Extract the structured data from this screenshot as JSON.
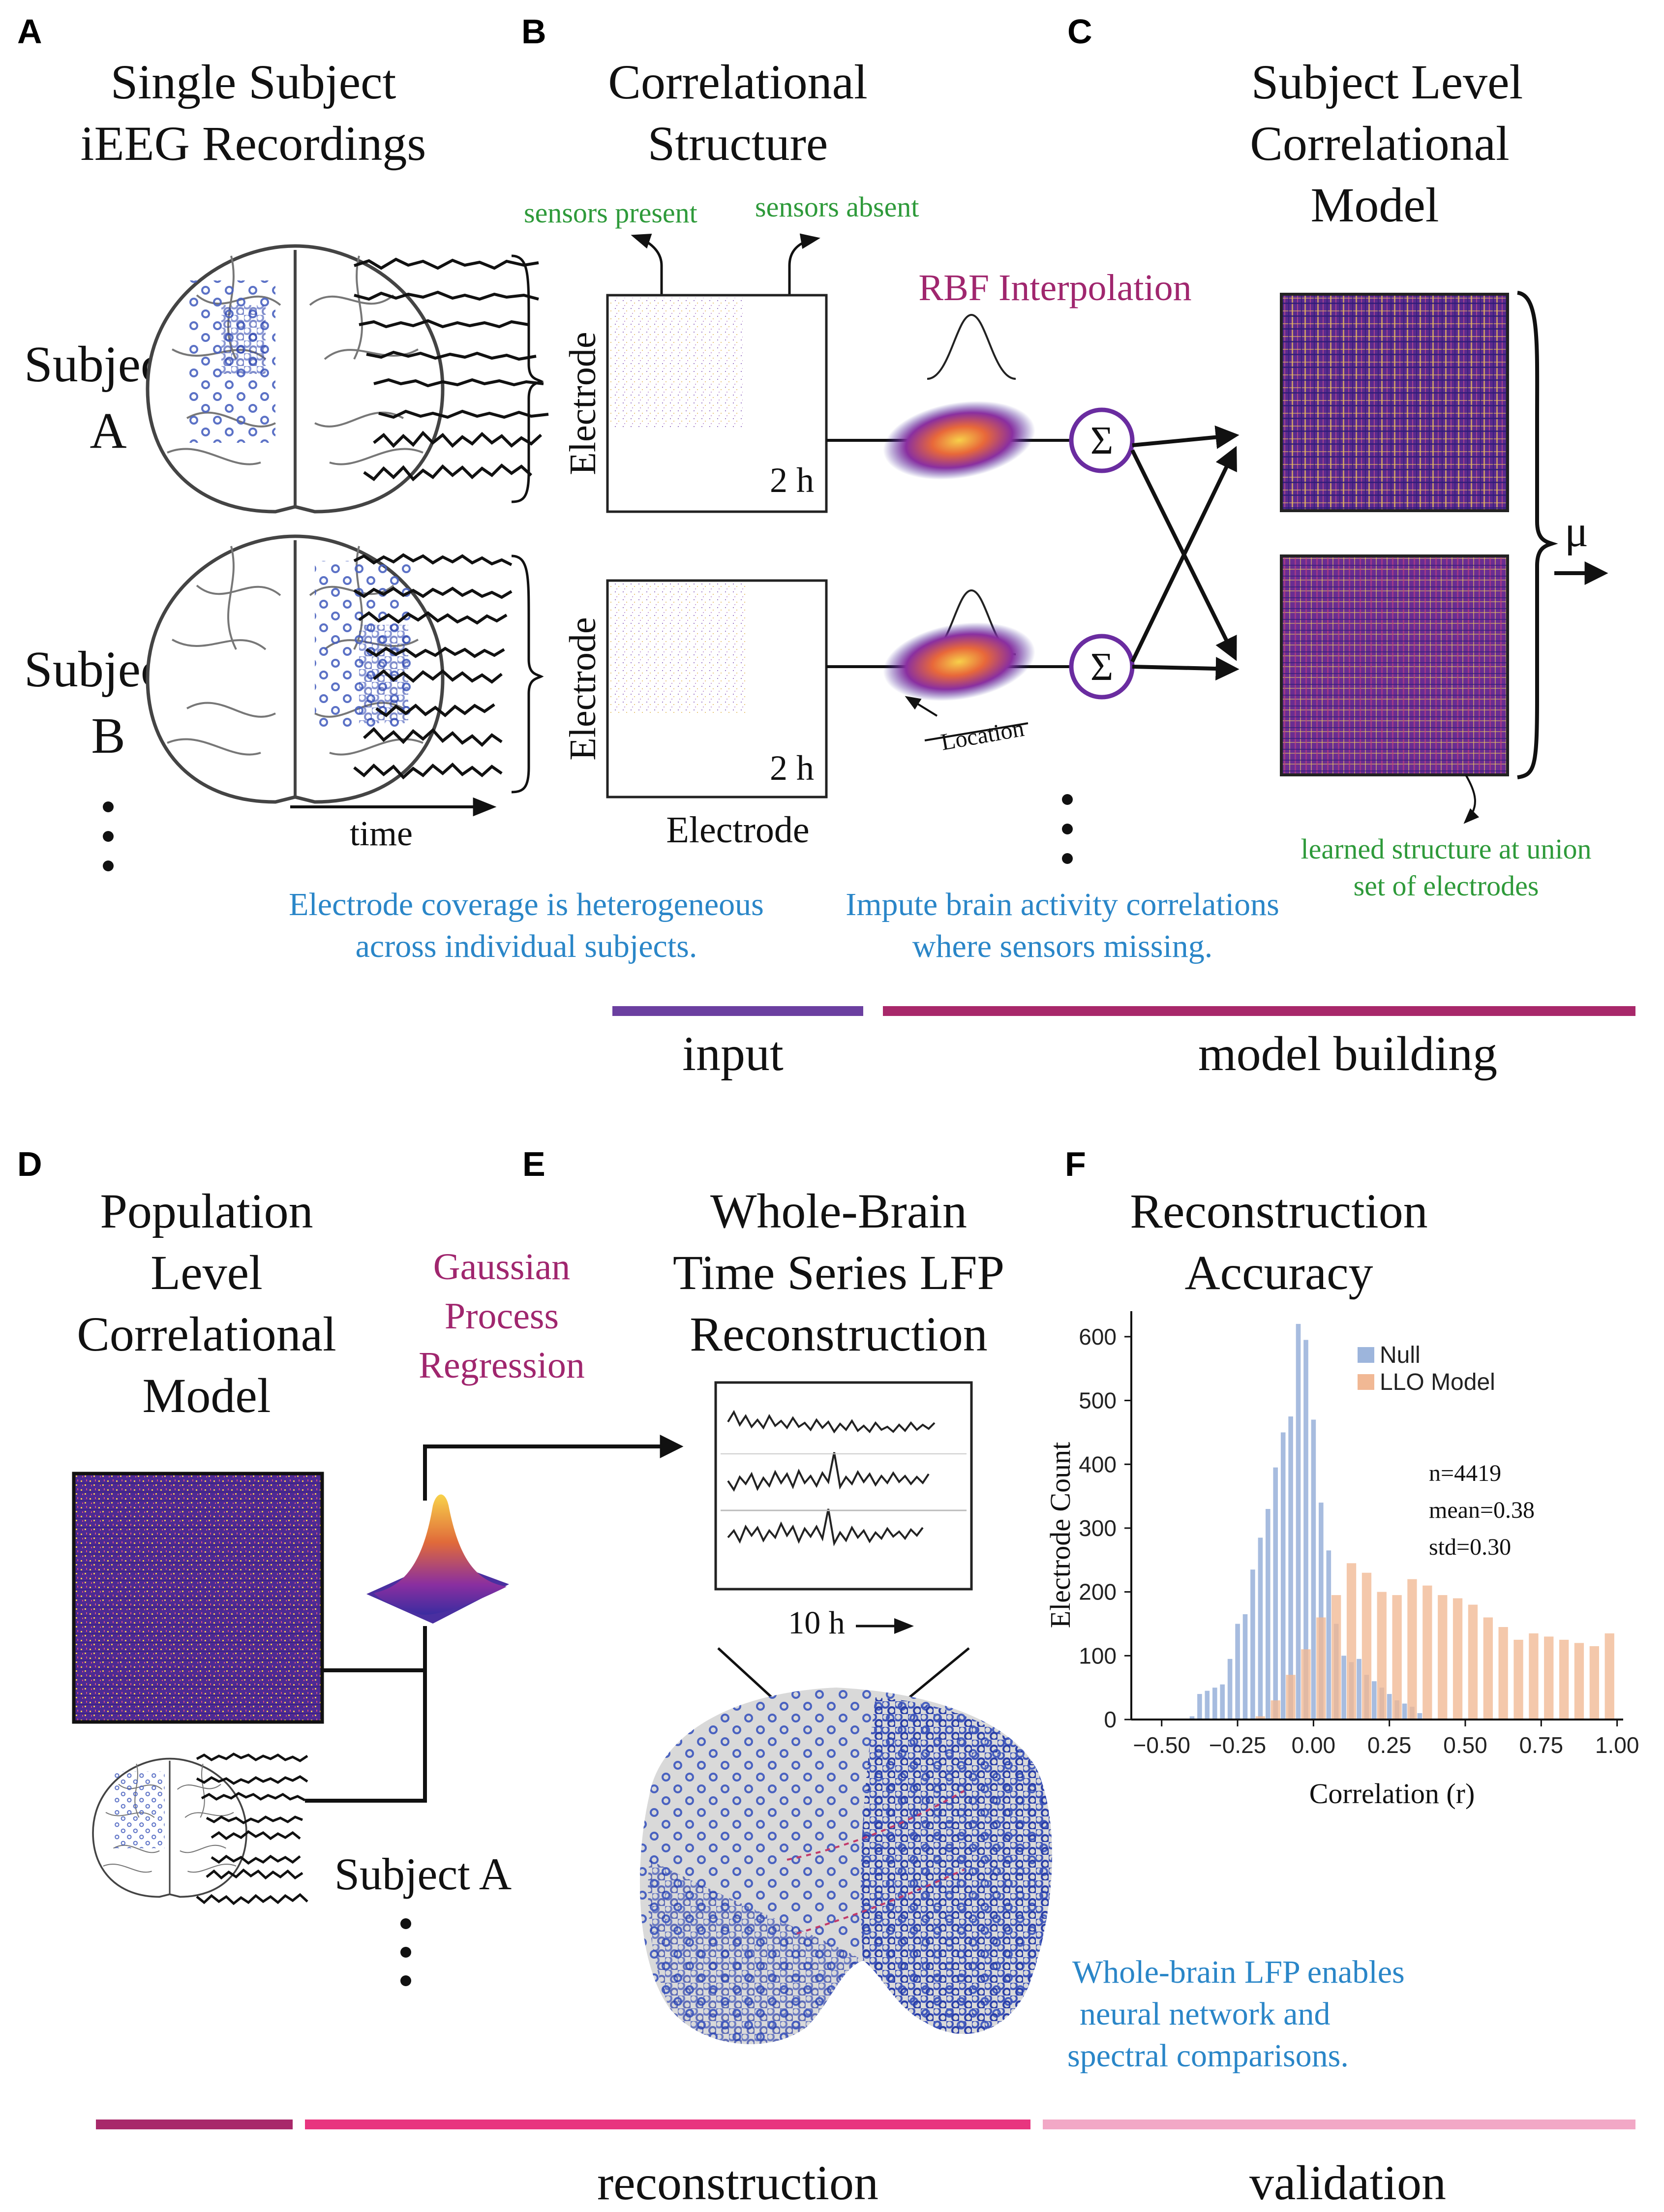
{
  "panels": {
    "A": {
      "letter": "A",
      "title_lines": [
        "Single Subject",
        "iEEG Recordings"
      ],
      "subject_a_lines": [
        "Subject",
        "A"
      ],
      "subject_b_lines": [
        "Subject",
        "B"
      ],
      "time_label": "time"
    },
    "B": {
      "letter": "B",
      "title_lines": [
        "Correlational",
        "Structure"
      ],
      "sensors_present": "sensors present",
      "sensors_absent": "sensors absent",
      "electrode_label": "Electrode",
      "duration_label": "2 h",
      "coverage_note_lines": [
        "Electrode coverage is heterogeneous",
        "across individual subjects."
      ]
    },
    "C": {
      "letter": "C",
      "title_lines": [
        "Subject Level",
        "Correlational",
        "Model"
      ],
      "rbf_label": "RBF Interpolation",
      "location_label": "Location",
      "sum_symbol": "Σ",
      "mu_symbol": "μ",
      "learned_note_lines": [
        "learned structure at union",
        "set of electrodes"
      ],
      "impute_note_lines": [
        "Impute brain activity correlations",
        "where sensors missing."
      ]
    },
    "D": {
      "letter": "D",
      "title_lines": [
        "Population",
        "Level",
        "Correlational",
        "Model"
      ],
      "gpr_lines": [
        "Gaussian",
        "Process",
        "Regression"
      ],
      "subject_label": "Subject A"
    },
    "E": {
      "letter": "E",
      "title_lines": [
        "Whole-Brain",
        "Time Series LFP",
        "Reconstruction"
      ],
      "duration_label": "10 h",
      "note_lines": [
        "Whole-brain LFP enables",
        "neural network and",
        "spectral comparisons."
      ]
    },
    "F": {
      "letter": "F",
      "title_lines": [
        "Reconstruction",
        "Accuracy"
      ]
    }
  },
  "stages": {
    "input": "input",
    "model_building": "model building",
    "reconstruction": "reconstruction",
    "validation": "validation",
    "colors": {
      "input": "#6b3fa0",
      "model_building": "#a8286a",
      "reconstruction_left": "#a8286a",
      "reconstruction": "#e8357f",
      "validation": "#f2a8c6"
    }
  },
  "colors": {
    "null_series": "#9db5dc",
    "llo_series": "#f1b894",
    "brain_dots": "#3e54b8",
    "heatmap_low": "#2c1c78",
    "heatmap_high": "#f4d25a"
  },
  "icons": [
    "brain-outline-icon",
    "gaussian-curve-icon",
    "summation-icon",
    "arrow-icon",
    "brace-icon",
    "ellipsis-dots-icon"
  ],
  "chart_data": {
    "type": "bar",
    "xlabel": "Correlation (r)",
    "ylabel": "Electrode Count",
    "xlim": [
      -0.6,
      1.02
    ],
    "ylim": [
      0,
      640
    ],
    "xticks": [
      -0.5,
      -0.25,
      0.0,
      0.25,
      0.5,
      0.75,
      1.0
    ],
    "xtick_labels": [
      "−0.50",
      "−0.25",
      "0.00",
      "0.25",
      "0.50",
      "0.75",
      "1.00"
    ],
    "yticks": [
      0,
      100,
      200,
      300,
      400,
      500,
      600
    ],
    "ytick_labels": [
      "0",
      "100",
      "200",
      "300",
      "400",
      "500",
      "600"
    ],
    "grid": false,
    "legend_position": "top-center",
    "bin_width": 0.025,
    "series": [
      {
        "name": "Null",
        "color": "#9db5dc",
        "bin_centers": [
          -0.4,
          -0.375,
          -0.35,
          -0.325,
          -0.3,
          -0.275,
          -0.25,
          -0.225,
          -0.2,
          -0.175,
          -0.15,
          -0.125,
          -0.1,
          -0.075,
          -0.05,
          -0.025,
          0.0,
          0.025,
          0.05,
          0.075,
          0.1,
          0.125,
          0.15,
          0.175,
          0.2,
          0.225,
          0.25,
          0.275,
          0.3,
          0.325,
          0.35
        ],
        "values": [
          5,
          40,
          45,
          50,
          55,
          95,
          150,
          165,
          235,
          285,
          330,
          395,
          450,
          475,
          620,
          595,
          470,
          340,
          265,
          150,
          100,
          90,
          95,
          70,
          60,
          50,
          40,
          30,
          25,
          20,
          10
        ]
      },
      {
        "name": "LLO Model",
        "color": "#f1b894",
        "bin_centers": [
          -0.175,
          -0.125,
          -0.075,
          -0.025,
          0.025,
          0.075,
          0.125,
          0.175,
          0.225,
          0.275,
          0.325,
          0.375,
          0.425,
          0.475,
          0.525,
          0.575,
          0.625,
          0.675,
          0.725,
          0.775,
          0.825,
          0.875,
          0.925,
          0.975
        ],
        "values": [
          5,
          30,
          70,
          110,
          160,
          195,
          245,
          230,
          200,
          195,
          220,
          210,
          195,
          190,
          180,
          160,
          145,
          125,
          135,
          130,
          125,
          120,
          115,
          135
        ]
      }
    ],
    "annotations": [
      "n=4419",
      "mean=0.38",
      "std=0.30"
    ]
  }
}
